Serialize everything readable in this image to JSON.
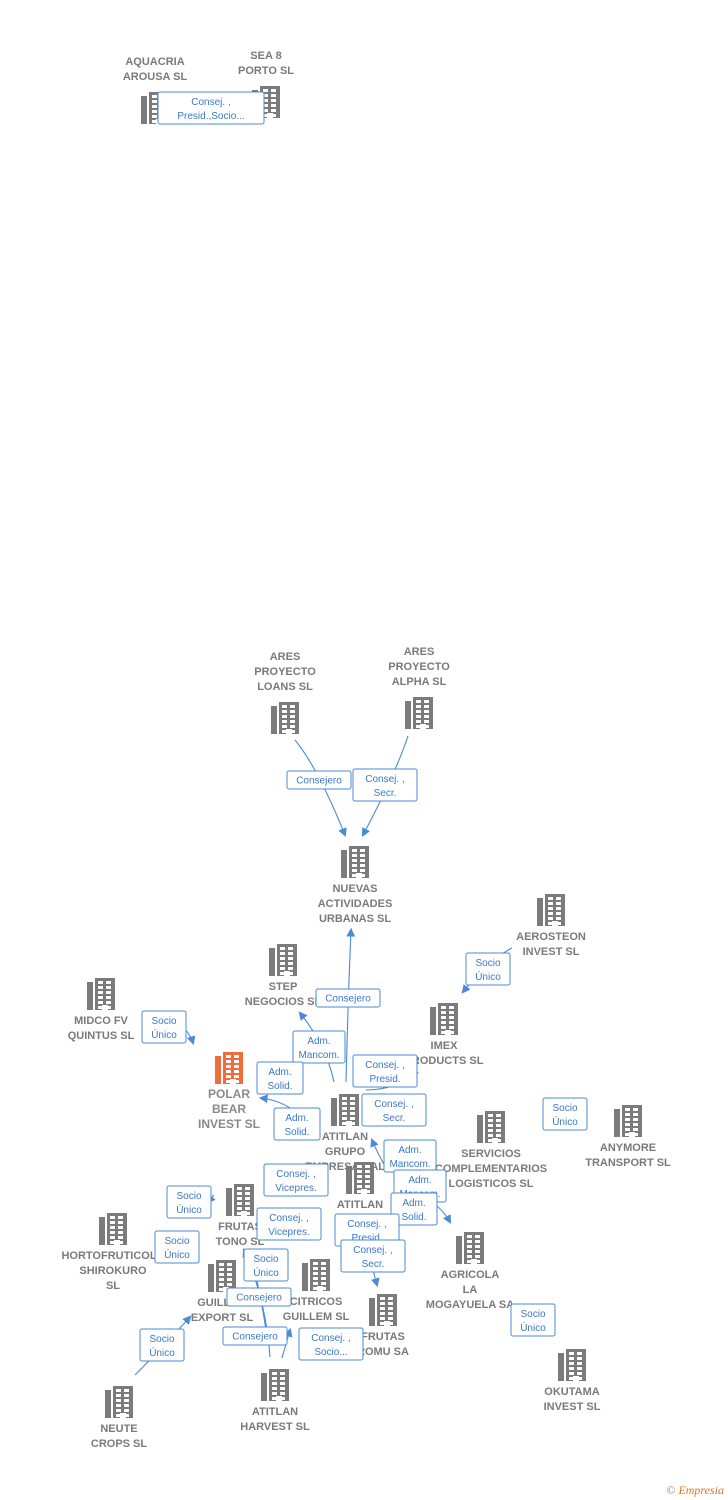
{
  "colors": {
    "building": "#7b7b7b",
    "focus_building": "#f26b3a",
    "edge": "#4a8ad6",
    "label_text": "#3a78c9"
  },
  "nodes": [
    {
      "id": "aquacria",
      "lines": [
        "AQUACRIA",
        "AROUSA SL"
      ]
    },
    {
      "id": "sea8",
      "lines": [
        "SEA 8",
        "PORTO SL"
      ]
    },
    {
      "id": "ares_loans",
      "lines": [
        "ARES",
        "PROYECTO",
        "LOANS  SL"
      ]
    },
    {
      "id": "ares_alpha",
      "lines": [
        "ARES",
        "PROYECTO",
        "ALPHA  SL"
      ]
    },
    {
      "id": "nuevas",
      "lines": [
        "NUEVAS",
        "ACTIVIDADES",
        "URBANAS SL"
      ]
    },
    {
      "id": "aerosteon",
      "lines": [
        "AEROSTEON",
        "INVEST  SL"
      ]
    },
    {
      "id": "step",
      "lines": [
        "STEP",
        "NEGOCIOS SL"
      ]
    },
    {
      "id": "midco",
      "lines": [
        "MIDCO FV",
        "QUINTUS  SL"
      ]
    },
    {
      "id": "imex",
      "lines": [
        "IMEX",
        "PRODUCTS SL"
      ]
    },
    {
      "id": "polar",
      "lines": [
        "POLAR",
        "BEAR",
        "INVEST  SL"
      ],
      "focus": true
    },
    {
      "id": "atitlan_grupo",
      "lines": [
        "ATITLAN",
        "GRUPO",
        "EMPRESARIAL"
      ]
    },
    {
      "id": "servicios",
      "lines": [
        "SERVICIOS",
        "COMPLEMENTARIOS",
        "LOGISTICOS SL"
      ]
    },
    {
      "id": "anymore",
      "lines": [
        "ANYMORE",
        "TRANSPORT SL"
      ]
    },
    {
      "id": "atitlan_b",
      "lines": [
        "ATITLAN"
      ]
    },
    {
      "id": "frutas_tono",
      "lines": [
        "FRUTAS",
        "TONO SL"
      ]
    },
    {
      "id": "hortofruticola",
      "lines": [
        "HORTOFRUTICOLA",
        "SHIROKURO",
        "SL"
      ]
    },
    {
      "id": "agricola",
      "lines": [
        "AGRICOLA",
        "LA",
        "MOGAYUELA SA"
      ]
    },
    {
      "id": "guillem_export",
      "lines": [
        "GUILLEM",
        "EXPORT SL"
      ]
    },
    {
      "id": "citricos",
      "lines": [
        "CITRICOS",
        "GUILLEM  SL"
      ]
    },
    {
      "id": "frutas_romu",
      "lines": [
        "FRUTAS",
        "ROMU SA"
      ]
    },
    {
      "id": "okutama",
      "lines": [
        "OKUTAMA",
        "INVEST  SL"
      ]
    },
    {
      "id": "atitlan_harvest",
      "lines": [
        "ATITLAN",
        "HARVEST  SL"
      ]
    },
    {
      "id": "neute",
      "lines": [
        "NEUTE",
        "CROPS  SL"
      ]
    }
  ],
  "edge_labels": [
    [
      "Consej. ,",
      "Presid.,Socio..."
    ],
    [
      "Consejero"
    ],
    [
      "Consej. ,",
      "Secr."
    ],
    [
      "Socio",
      "Único"
    ],
    [
      "Consejero"
    ],
    [
      "Socio",
      "Único"
    ],
    [
      "Adm.",
      "Mancom."
    ],
    [
      "Adm.",
      "Solid."
    ],
    [
      "Consej. ,",
      "Presid."
    ],
    [
      "Adm.",
      "Solid."
    ],
    [
      "Consej. ,",
      "Secr."
    ],
    [
      "Adm.",
      "Mancom."
    ],
    [
      "Socio",
      "Único"
    ],
    [
      "Consej. ,",
      "Vicepres."
    ],
    [
      "Adm.",
      "Mancom."
    ],
    [
      "Adm.",
      "Solid."
    ],
    [
      "Socio",
      "Único"
    ],
    [
      "Consej. ,",
      "Vicepres."
    ],
    [
      "Consej. ,",
      "Presid."
    ],
    [
      "Consej. ,",
      "Secr."
    ],
    [
      "Socio",
      "Único"
    ],
    [
      "Socio",
      "Único"
    ],
    [
      "Consejero"
    ],
    [
      "Consejero"
    ],
    [
      "Consej. ,",
      "Socio..."
    ],
    [
      "Socio",
      "Único"
    ],
    [
      "Socio",
      "Único"
    ]
  ],
  "credit": {
    "copyright": "©",
    "brand": "Empresia"
  }
}
